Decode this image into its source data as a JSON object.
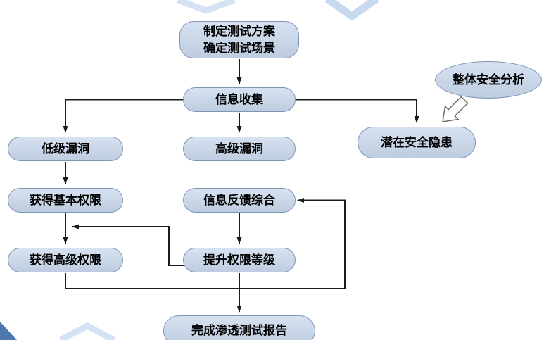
{
  "diagram": {
    "type": "flowchart",
    "nodes": {
      "plan": {
        "label": "制定测试方案\n确定测试场景"
      },
      "info_collect": {
        "label": "信息收集"
      },
      "low_vuln": {
        "label": "低级漏洞"
      },
      "high_vuln": {
        "label": "高级漏洞"
      },
      "potential_risk": {
        "label": "潜在安全隐患"
      },
      "overall_analysis": {
        "label": "整体安全分析"
      },
      "basic_priv": {
        "label": "获得基本权限"
      },
      "feedback": {
        "label": "信息反馈综合"
      },
      "adv_priv": {
        "label": "获得高级权限"
      },
      "elevate_priv": {
        "label": "提升权限等级"
      },
      "report": {
        "label": "完成渗透测试报告"
      }
    },
    "edges": [
      "plan -> info_collect",
      "info_collect -> low_vuln",
      "info_collect -> high_vuln",
      "info_collect -> potential_risk",
      "overall_analysis -> potential_risk",
      "low_vuln -> basic_priv",
      "basic_priv -> adv_priv",
      "high_vuln -> feedback",
      "feedback -> elevate_priv",
      "elevate_priv -> adv_priv",
      "adv_priv -> report",
      "elevate_priv -> report",
      "report_line -> feedback"
    ],
    "colors": {
      "node_fill_top": "#d7e2f1",
      "node_fill_bottom": "#bdccdf",
      "node_border": "#8095b5",
      "arrow": "#1a1a1a",
      "watermark_light": "#d4e2f3",
      "watermark_corner": "#4d77ae",
      "background": "#ffffff"
    }
  }
}
